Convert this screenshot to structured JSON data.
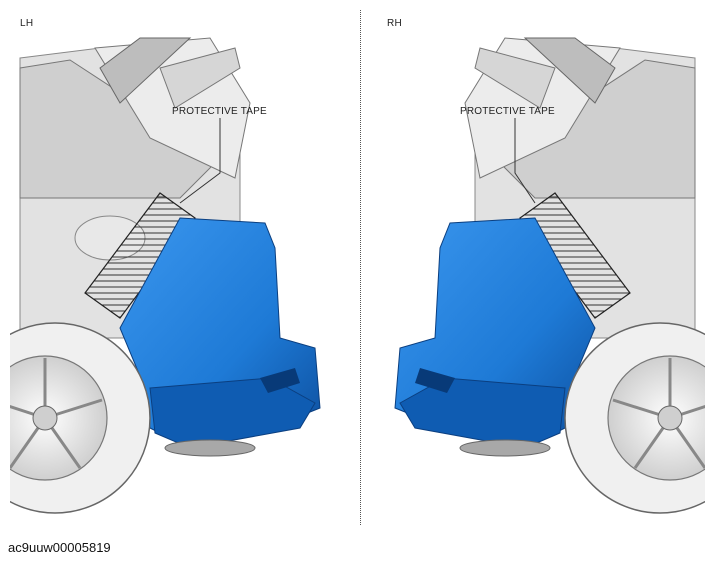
{
  "panels": {
    "lh": {
      "label": "LH",
      "callout": "PROTECTIVE TAPE"
    },
    "rh": {
      "label": "RH",
      "callout": "PROTECTIVE TAPE"
    }
  },
  "caption": "ac9uuw00005819",
  "colors": {
    "bumper": "#1e7ad6",
    "bumper_shadow": "#0d4f9e",
    "body_gray": "#d9d9d9",
    "outline": "#555555",
    "tire": "#f2f2f2"
  }
}
